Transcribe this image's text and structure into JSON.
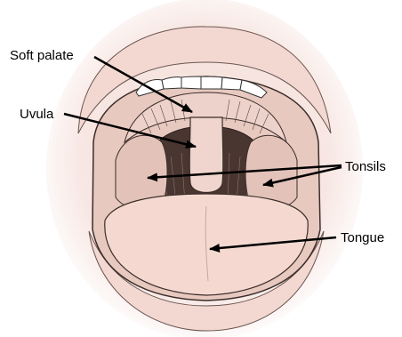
{
  "labels": {
    "soft_palate": "Soft palate",
    "uvula": "Uvula",
    "tonsils": "Tonsils",
    "tongue": "Tongue"
  },
  "colors": {
    "skin_glow": "#f7e6e2",
    "lip": "#f3d8d2",
    "mouth_interior": "#e7c9c0",
    "throat_dark": "#3a2a26",
    "tongue": "#f5d9d1",
    "teeth": "#ffffff",
    "ink": "#1a1a1a",
    "arrow": "#000000"
  },
  "icons": {
    "arrow_head": "filled-triangle-arrowhead"
  }
}
